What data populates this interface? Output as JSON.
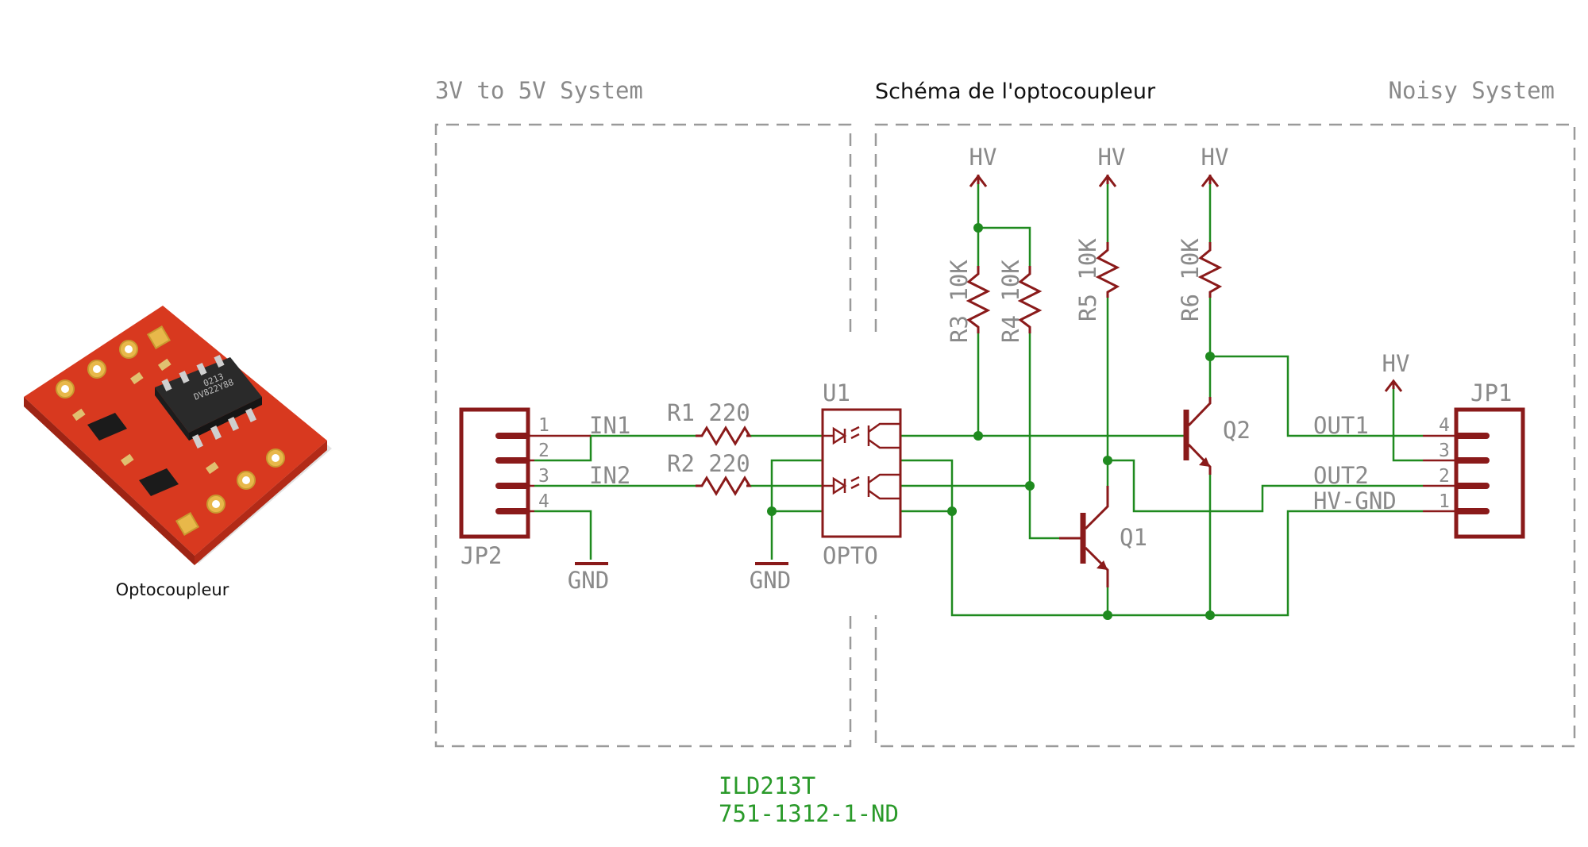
{
  "colors": {
    "wire": "#1f8a1f",
    "component": "#8a1a1a",
    "label_gray": "#8a8a8a",
    "frame": "#9a9a9a",
    "part_text": "#2a9a2a",
    "board_red": "#d2341f"
  },
  "photo": {
    "caption": "Optocoupleur",
    "chip_marking_line1": "0213",
    "chip_marking_line2": "DV822Y88"
  },
  "diagram": {
    "title": "Schéma de l'optocoupleur",
    "left_frame_label": "3V to 5V System",
    "right_frame_label": "Noisy System",
    "jp2": {
      "name": "JP2",
      "pins": [
        "1",
        "2",
        "3",
        "4"
      ]
    },
    "jp1": {
      "name": "JP1",
      "pins": [
        "4",
        "3",
        "2",
        "1"
      ]
    },
    "nets": {
      "in1": "IN1",
      "in2": "IN2",
      "out1": "OUT1",
      "out2": "OUT2",
      "hv_gnd": "HV-GND",
      "gnd": "GND",
      "hv": "HV"
    },
    "resistors": {
      "r1": "R1 220",
      "r2": "R2 220",
      "r3": "R3 10K",
      "r4": "R4 10K",
      "r5": "R5 10K",
      "r6": "R6 10K"
    },
    "u1": {
      "name": "U1",
      "value": "OPTO"
    },
    "transistors": {
      "q1": "Q1",
      "q2": "Q2"
    },
    "part_number_line1": "ILD213T",
    "part_number_line2": "751-1312-1-ND"
  }
}
